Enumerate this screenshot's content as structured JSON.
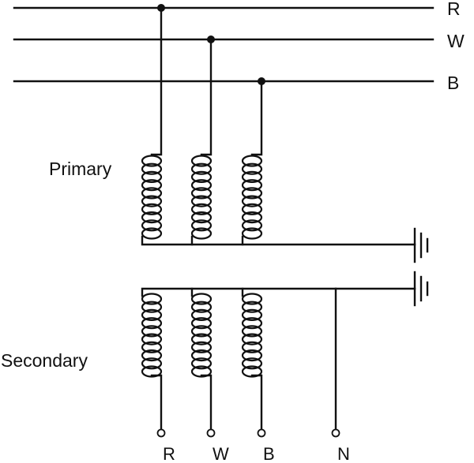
{
  "supply_lines": {
    "r": "R",
    "w": "W",
    "b": "B"
  },
  "windings": {
    "primary": "Primary",
    "secondary": "Secondary"
  },
  "terminals": {
    "r": "R",
    "w": "W",
    "b": "B",
    "n": "N"
  }
}
